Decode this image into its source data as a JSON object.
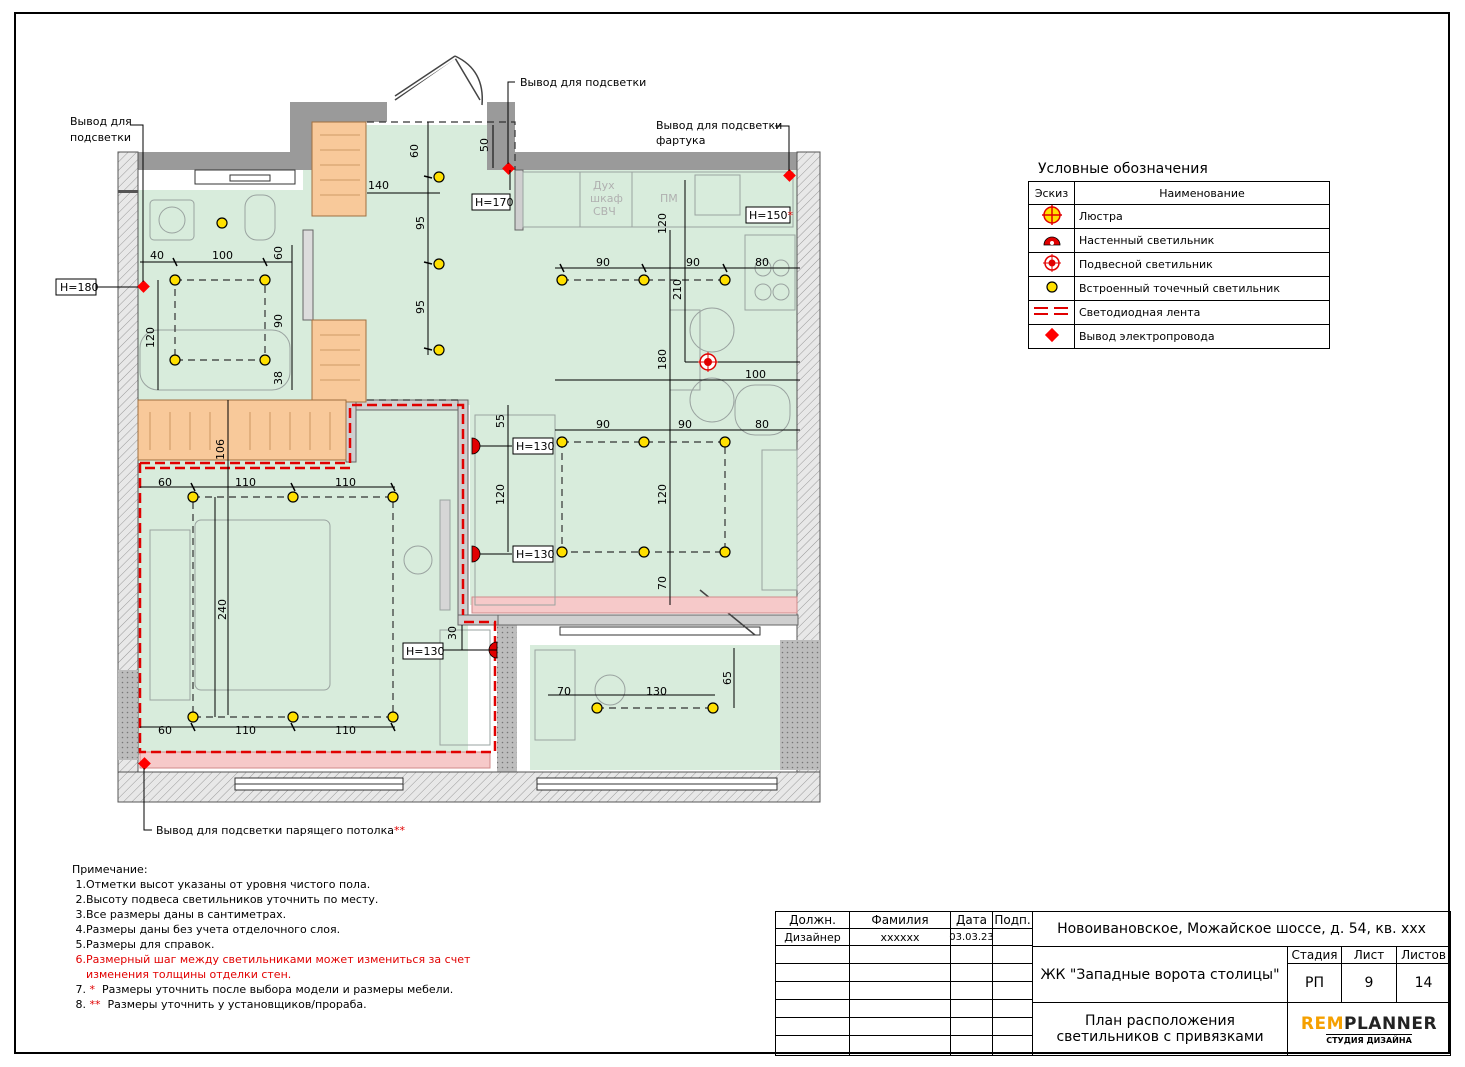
{
  "plan": {
    "callouts": {
      "backlight_left": [
        "Вывод для",
        "подсветки"
      ],
      "backlight_top": "Вывод для подсветки",
      "backlight_apron": [
        "Вывод для подсветки",
        "фартука"
      ],
      "backlight_ceiling": "Вывод для подсветки парящего потолка",
      "ceiling_marks": "**"
    },
    "height_tags": {
      "h180": "H=180",
      "h170": "H=170",
      "h150": "H=150",
      "h150_mark": "*",
      "h130_a": "H=130",
      "h130_b": "H=130",
      "h130_c": "H=130"
    },
    "kitchen_text": [
      "Дух",
      "шкаф",
      "СВЧ",
      "ПМ"
    ],
    "dimensions": {
      "d60a": "60",
      "d140": "140",
      "d95a": "95",
      "d95b": "95",
      "d50": "50",
      "d40": "40",
      "d100a": "100",
      "d60b": "60",
      "d90a": "90",
      "d120a": "120",
      "d38": "38",
      "d90b": "90",
      "d90c": "90",
      "d80a": "80",
      "d120b": "120",
      "d210": "210",
      "d180": "180",
      "d100b": "100",
      "d55": "55",
      "d90d": "90",
      "d90e": "90",
      "d80b": "80",
      "d120c": "120",
      "d120d": "120",
      "d70a": "70",
      "d106": "106",
      "d60c": "60",
      "d110a": "110",
      "d110b": "110",
      "d240": "240",
      "d60d": "60",
      "d110c": "110",
      "d110d": "110",
      "d30": "30",
      "d70b": "70",
      "d130": "130",
      "d65": "65"
    }
  },
  "legend": {
    "title": "Условные обозначения",
    "col_sketch": "Эскиз",
    "col_name": "Наименование",
    "items": [
      {
        "icon": "chandelier-icon",
        "label": "Люстра"
      },
      {
        "icon": "wall-lamp-icon",
        "label": "Настенный светильник"
      },
      {
        "icon": "pendant-lamp-icon",
        "label": "Подвесной светильник"
      },
      {
        "icon": "spotlight-icon",
        "label": "Встроенный точечный светильник"
      },
      {
        "icon": "led-strip-icon",
        "label": "Светодиодная лента"
      },
      {
        "icon": "power-outlet-icon",
        "label": "Вывод электропровода"
      }
    ]
  },
  "notes": {
    "title": "Примечание:",
    "n1": " 1.Отметки высот указаны от уровня чистого пола.",
    "n2": " 2.Высоту подвеса светильников уточнить по месту.",
    "n3": " 3.Все размеры даны в сантиметрах.",
    "n4": " 4.Размеры даны без учета отделочного слоя.",
    "n5": " 5.Размеры для справок.",
    "n6a": " 6.Размерный шаг между светильниками может измениться за счет",
    "n6b": "    изменения толщины отделки стен.",
    "n7_num": " 7. ",
    "n7_mark": "*",
    "n7_text": "  Размеры уточнить после выбора модели и размеры мебели.",
    "n8_num": " 8. ",
    "n8_mark": "**",
    "n8_text": "  Размеры уточнить у установщиков/прораба."
  },
  "stamp": {
    "h_position": "Должн.",
    "h_surname": "Фамилия",
    "h_date": "Дата",
    "h_sign": "Подп.",
    "role": "Дизайнер",
    "surname": "xxxxxx",
    "date": "03.03.23",
    "address": "Новоивановское, Можайское шоссе, д. 54, кв. xxx",
    "complex": "ЖК \"Западные ворота столицы\"",
    "h_stage": "Стадия",
    "h_sheet": "Лист",
    "h_sheets": "Листов",
    "stage": "РП",
    "sheet": "9",
    "sheets": "14",
    "sheet_title_1": "План расположения",
    "sheet_title_2": "светильников с привязками",
    "logo_rem": "REM",
    "logo_planner": "PLANNER",
    "logo_sub": "СТУДИЯ ДИЗАЙНА"
  },
  "colors": {
    "room_fill": "#d8ecdc",
    "wall_fill": "#9a9a9a",
    "spot": "#ffe000",
    "led": "#e10000",
    "outlet": "#ff0000",
    "pink": "#f6c9c9",
    "cabinet": "#f8c99a"
  }
}
